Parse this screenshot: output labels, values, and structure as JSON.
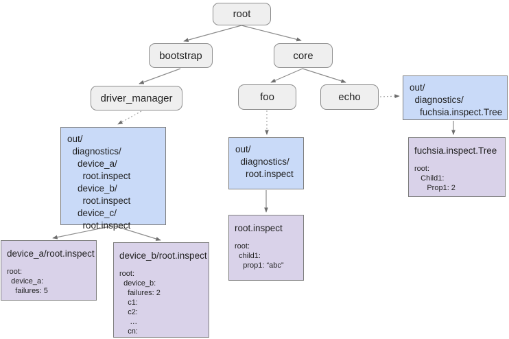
{
  "nodes": {
    "root": "root",
    "bootstrap": "bootstrap",
    "core": "core",
    "driver_manager": "driver_manager",
    "foo": "foo",
    "echo": "echo"
  },
  "out_boxes": {
    "driver_manager": "out/\n  diagnostics/\n    device_a/\n      root.inspect\n    device_b/\n      root.inspect\n    device_c/\n      root.inspect",
    "foo": "out/\n  diagnostics/\n    root.inspect",
    "echo": "out/\n  diagnostics/\n    fuchsia.inspect.Tree"
  },
  "inspect_boxes": {
    "device_a": {
      "title": "device_a/root.inspect",
      "body": "root:\n  device_a:\n    failures: 5"
    },
    "device_b": {
      "title": "device_b/root.inspect",
      "body": "root:\n  device_b:\n    failures: 2\n    c1:\n    c2:\n     …\n    cn:"
    },
    "foo": {
      "title": "root.inspect",
      "body": "root:\n  child1:\n    prop1: “abc”"
    },
    "echo": {
      "title": "fuchsia.inspect.Tree",
      "body": "root:\n   Child1:\n      Prop1: 2"
    }
  },
  "colors": {
    "node_fill": "#efefef",
    "node_border": "#8c8c8c",
    "out_box_fill": "#c9daf8",
    "inspect_box_fill": "#d9d2e9",
    "box_border": "#7f7f7f",
    "edge_solid": "#8c8c8c",
    "edge_dotted": "#a6a6a6"
  }
}
